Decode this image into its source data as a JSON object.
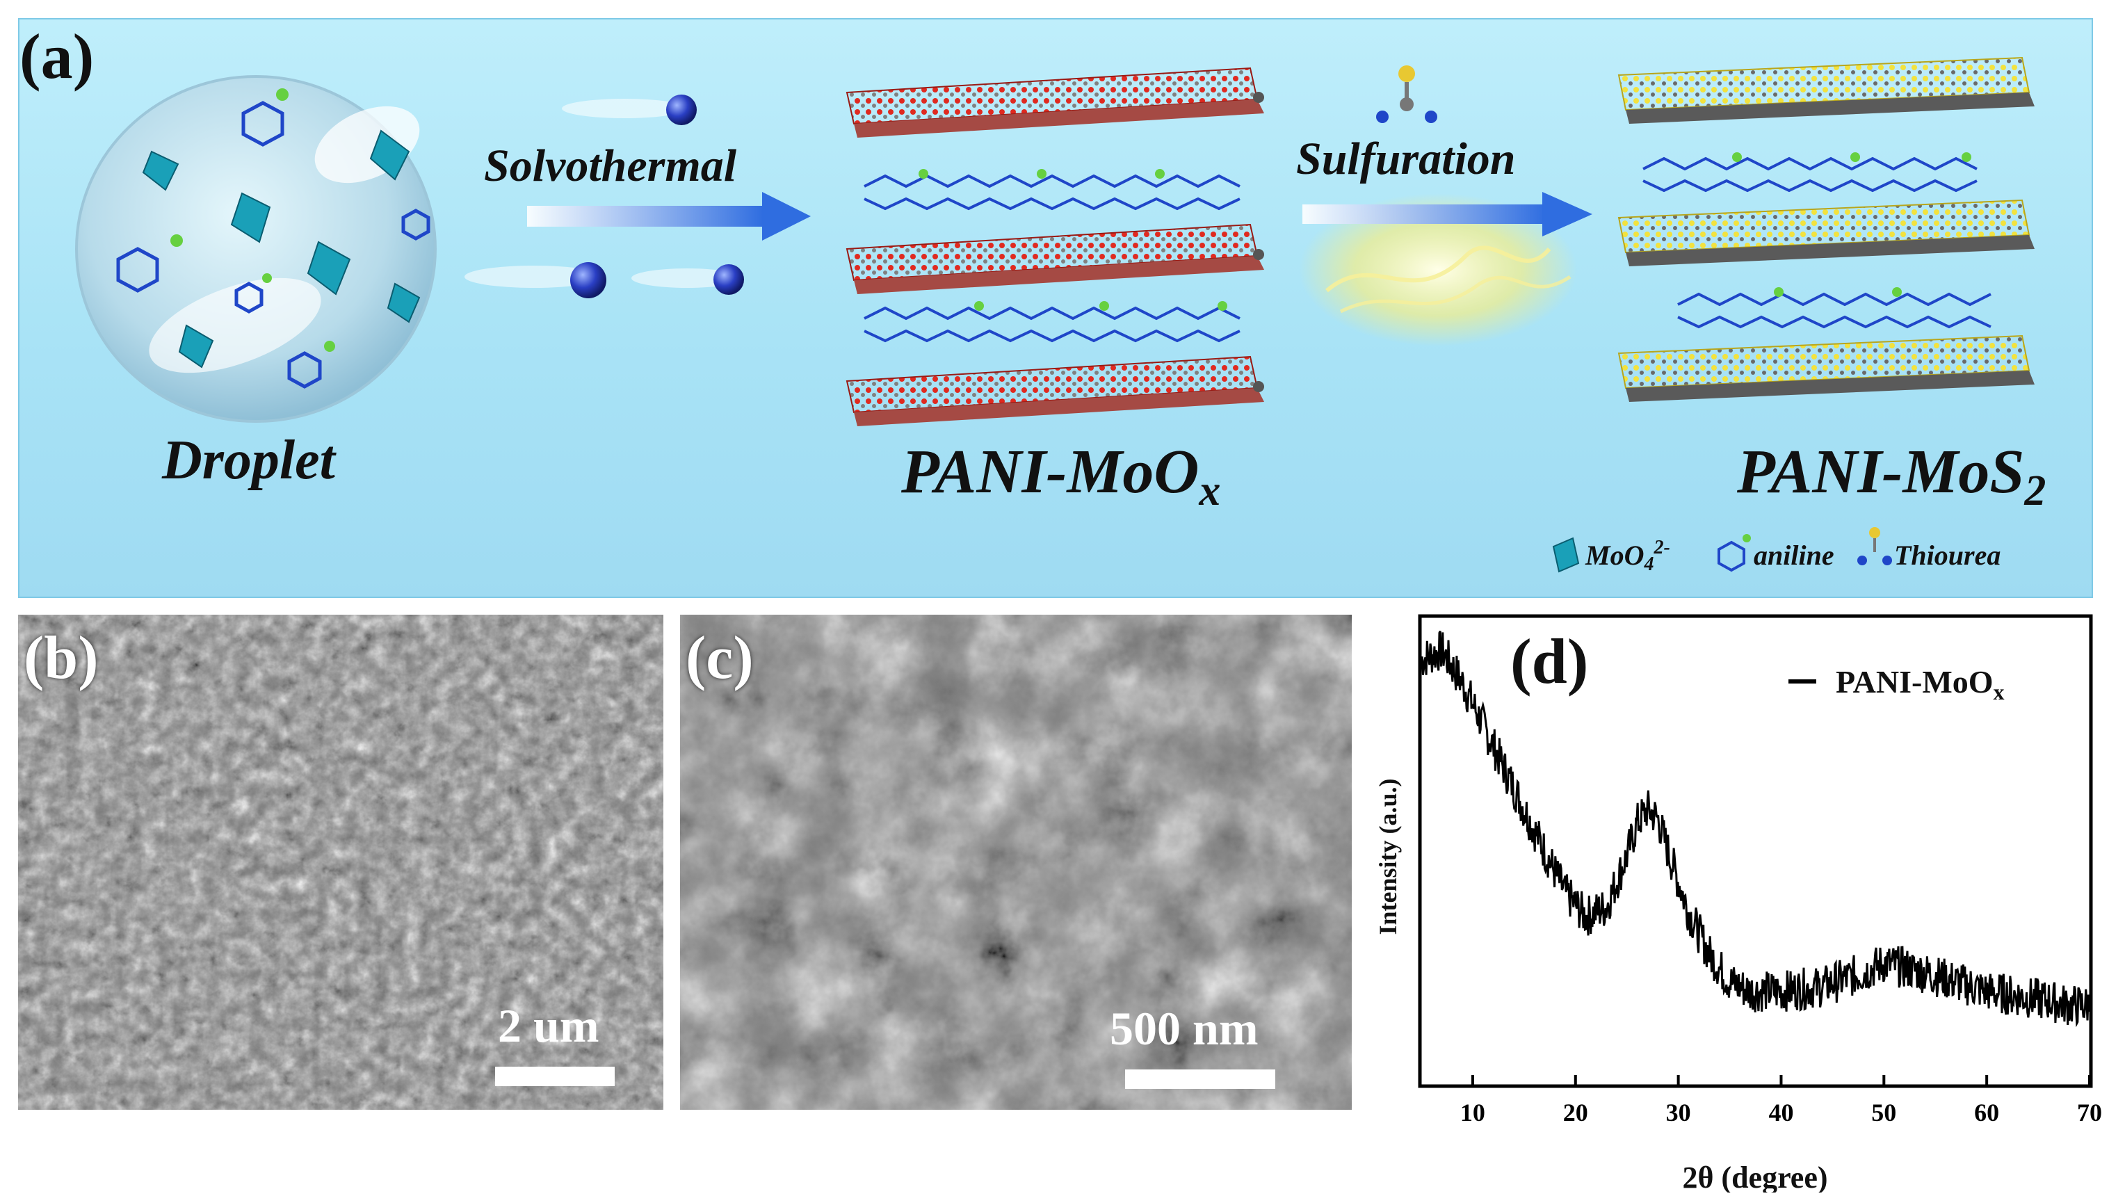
{
  "figure": {
    "panel_a": {
      "label": "(a)",
      "droplet": "Droplet",
      "step1": "Solvothermal",
      "intermediate": "PANI-MoO",
      "intermediate_sub": "x",
      "step2": "Sulfuration",
      "product": "PANI-MoS",
      "product_sub": "2",
      "legend": {
        "moo4": "MoO",
        "moo4_sub": "4",
        "moo4_sup": "2-",
        "aniline": "aniline",
        "thiourea": "Thiourea"
      },
      "colors": {
        "background": "#aee5f7",
        "oxide_layer": "#c8221c",
        "sulfide_layer": "#e6d23a",
        "molecule_ring": "#1f46c8",
        "arrow": "#3a78e6"
      }
    },
    "panel_b": {
      "label": "(b)",
      "scale_bar": "2 um"
    },
    "panel_c": {
      "label": "(c)",
      "scale_bar": "500 nm"
    },
    "panel_d": {
      "label": "(d)"
    }
  },
  "chart_data": {
    "type": "line",
    "legend": [
      {
        "name": "PANI-MoO",
        "sub": "x"
      }
    ],
    "legend_position": "top-right",
    "xlabel": "2θ (degree)",
    "ylabel": "Intensity (a.u.)",
    "xlim": [
      5,
      70
    ],
    "xticks": [
      10,
      20,
      30,
      40,
      50,
      60,
      70
    ],
    "yticks_shown": false,
    "grid": false,
    "series": [
      {
        "name": "PANI-MoO",
        "sub": "x",
        "color": "#000000",
        "x": [
          5,
          7,
          9,
          11,
          13,
          15,
          17,
          19,
          21,
          23,
          25,
          26,
          27,
          28,
          29,
          31,
          33,
          35,
          37,
          40,
          44,
          48,
          50,
          52,
          54,
          57,
          60,
          63,
          66,
          68,
          70
        ],
        "y": [
          0.91,
          0.93,
          0.86,
          0.77,
          0.68,
          0.59,
          0.5,
          0.41,
          0.36,
          0.38,
          0.49,
          0.56,
          0.59,
          0.57,
          0.5,
          0.37,
          0.28,
          0.22,
          0.2,
          0.2,
          0.21,
          0.24,
          0.26,
          0.25,
          0.24,
          0.22,
          0.2,
          0.19,
          0.18,
          0.17,
          0.17
        ]
      }
    ]
  }
}
